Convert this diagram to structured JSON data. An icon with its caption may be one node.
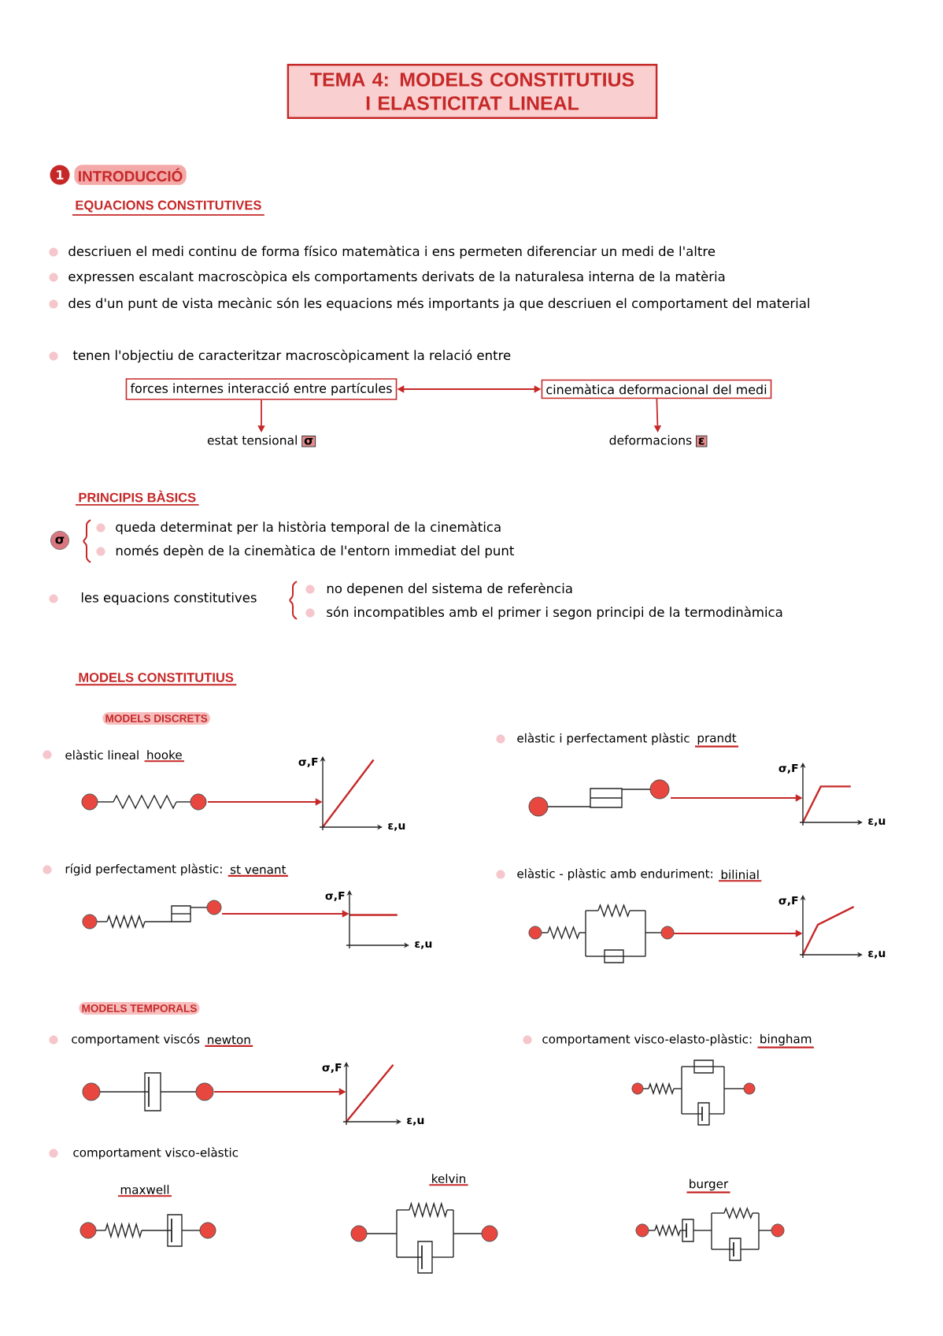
{
  "diagram": {
    "title": "TEMA 4: MODELS CONSTITUTIUS I ELASTICITAT LINEAL",
    "nodes": [
      {
        "text": [
          "forces internes interacció entre partícules"
        ]
      },
      {
        "text": [
          "cinemàtica deformacional del medi"
        ]
      },
      {
        "text": [
          "estat tensional",
          "σ"
        ]
      },
      {
        "text": [
          "deformacions",
          "ε"
        ]
      },
      {
        "text": [],
        "shape": "picture"
      },
      {
        "text": [
          "σ,F",
          "ε,u"
        ]
      },
      {
        "text": [],
        "shape": "picture"
      },
      {
        "text": [
          "σ,F",
          "ε,u"
        ]
      },
      {
        "text": [],
        "shape": "picture"
      },
      {
        "text": [
          "σ,F",
          "ε,u"
        ]
      },
      {
        "text": [],
        "shape": "picture"
      },
      {
        "text": [
          "σ,F",
          "ε,u"
        ]
      },
      {
        "text": [],
        "shape": "picture"
      },
      {
        "text": [
          "σ,F",
          "ε,u"
        ]
      },
      {
        "text": [],
        "shape": "picture"
      },
      {
        "text": [],
        "shape": "picture"
      },
      {
        "text": [],
        "shape": "picture"
      },
      {
        "text": [],
        "shape": "picture"
      }
    ],
    "edges": [
      {
        "from": 0,
        "to": 1,
        "arrow": "both"
      },
      {
        "from": 0,
        "to": 2,
        "arrow": "to"
      },
      {
        "from": 1,
        "to": 3,
        "arrow": "to"
      },
      {
        "from": 4,
        "to": 5,
        "arrow": "to"
      },
      {
        "from": 6,
        "to": 7,
        "arrow": "to"
      },
      {
        "from": 8,
        "to": 9,
        "arrow": "to"
      },
      {
        "from": 10,
        "to": 11,
        "arrow": "to"
      },
      {
        "from": 12,
        "to": 13,
        "arrow": "to"
      }
    ],
    "labels": [
      "1",
      "INTRODUCCIÓ",
      "EQUACIONS CONSTITUTIVES",
      "descriuen el medi continu de forma físico matemàtica i ens permeten diferenciar un medi de l'altre",
      "expressen escalant macroscòpica els comportaments derivats de la naturalesa interna de la matèria",
      "des d'un punt de vista mecànic són les equacions més importants ja que descriuen el comportament del material",
      "tenen l'objectiu de caracteritzar macroscòpicament la relació entre",
      "PRINCIPIS BÀSICS",
      "σ",
      "queda determinat per la història temporal de la cinemàtica",
      "només depèn de la cinemàtica de l'entorn immediat del punt",
      "les equacions constitutives",
      "no depenen del sistema de referència",
      "són incompatibles amb el primer i segon principi de la termodinàmica",
      "MODELS CONSTITUTIUS",
      "MODELS DISCRETS",
      "elàstic lineal",
      "hooke",
      "elàstic i perfectament plàstic",
      "prandt",
      "rígid perfectament plàstic:",
      "st venant",
      "elàstic - plàstic amb enduriment:",
      "bilinial",
      "MODELS TEMPORALS",
      "comportament viscós",
      "newton",
      "comportament visco-elasto-plàstic:",
      "bingham",
      "comportament visco-elàstic",
      "maxwell",
      "kelvin",
      "burger"
    ]
  }
}
